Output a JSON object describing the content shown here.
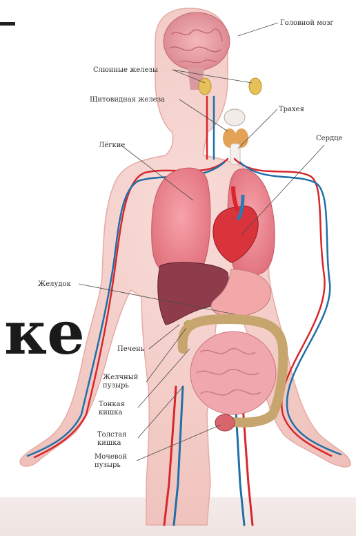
{
  "background_text": {
    "letters": "ке"
  },
  "labels": {
    "brain": "Головной мозг",
    "salivary": "Слюнные железы",
    "thyroid": "Щитовидная железа",
    "trachea": "Трахея",
    "lungs": "Лёгкие",
    "heart": "Сердце",
    "stomach": "Желудок",
    "liver": "Печень",
    "gallbladder_1": "Желчный",
    "gallbladder_2": "пузырь",
    "small_int_1": "Тонкая",
    "small_int_2": "кишка",
    "large_int_1": "Толстая",
    "large_int_2": "кишка",
    "bladder_1": "Мочевой",
    "bladder_2": "пузырь"
  },
  "colors": {
    "skin": "#f3cdc8",
    "artery": "#d8262b",
    "vein": "#1f6fa8",
    "organ": "#e8707a",
    "liver": "#8e3b4b",
    "intestine": "#f0a7ae"
  }
}
